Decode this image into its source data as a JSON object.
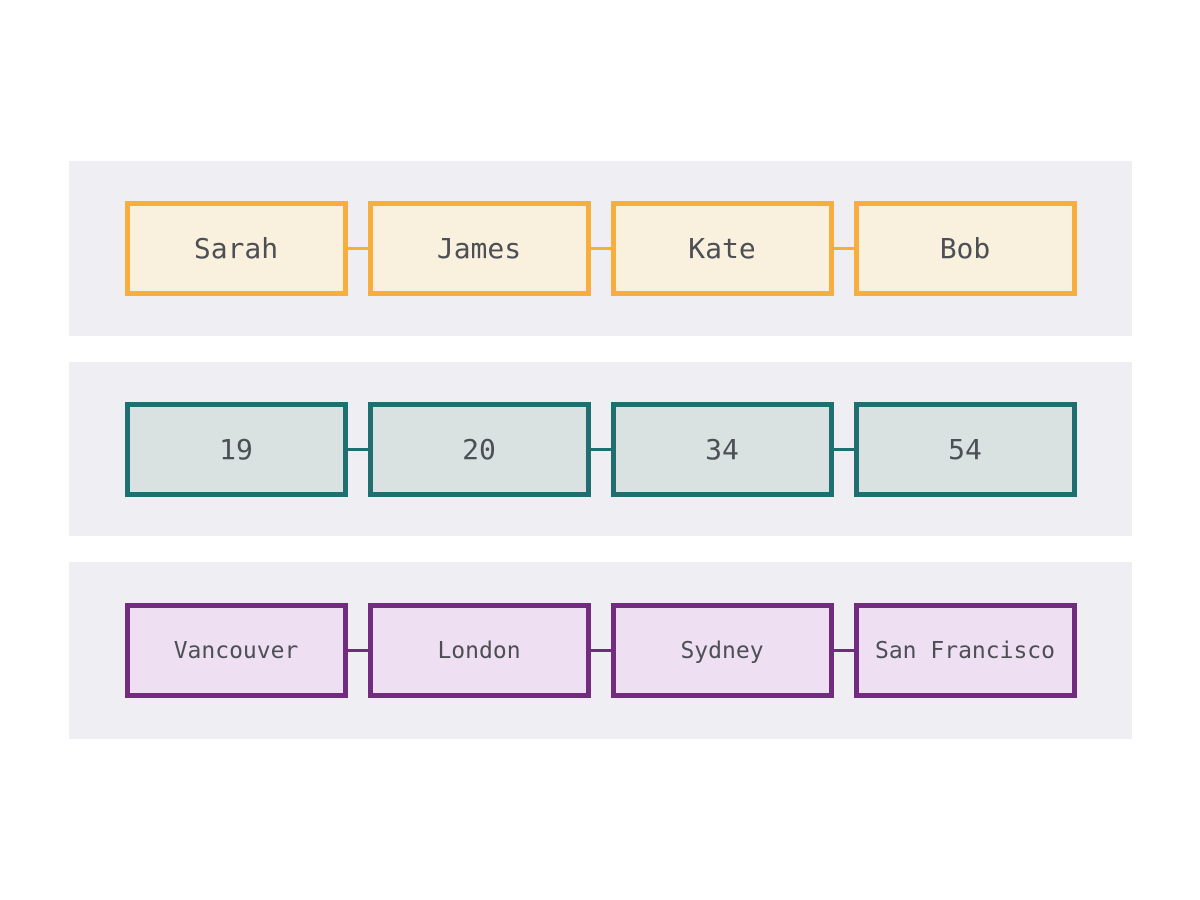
{
  "rows": [
    {
      "items": [
        "Sarah",
        "James",
        "Kate",
        "Bob"
      ],
      "border_color": "#F8AE3D",
      "fill_color": "#FAF0DE"
    },
    {
      "items": [
        "19",
        "20",
        "34",
        "54"
      ],
      "border_color": "#1F6E70",
      "fill_color": "#D9E2E1"
    },
    {
      "items": [
        "Vancouver",
        "London",
        "Sydney",
        "San Francisco"
      ],
      "border_color": "#712C80",
      "fill_color": "#EFDFF2"
    }
  ],
  "colors": {
    "page_background": "#FFFFFF",
    "band_background": "#EEEEF3",
    "text": "#4C4F54"
  }
}
